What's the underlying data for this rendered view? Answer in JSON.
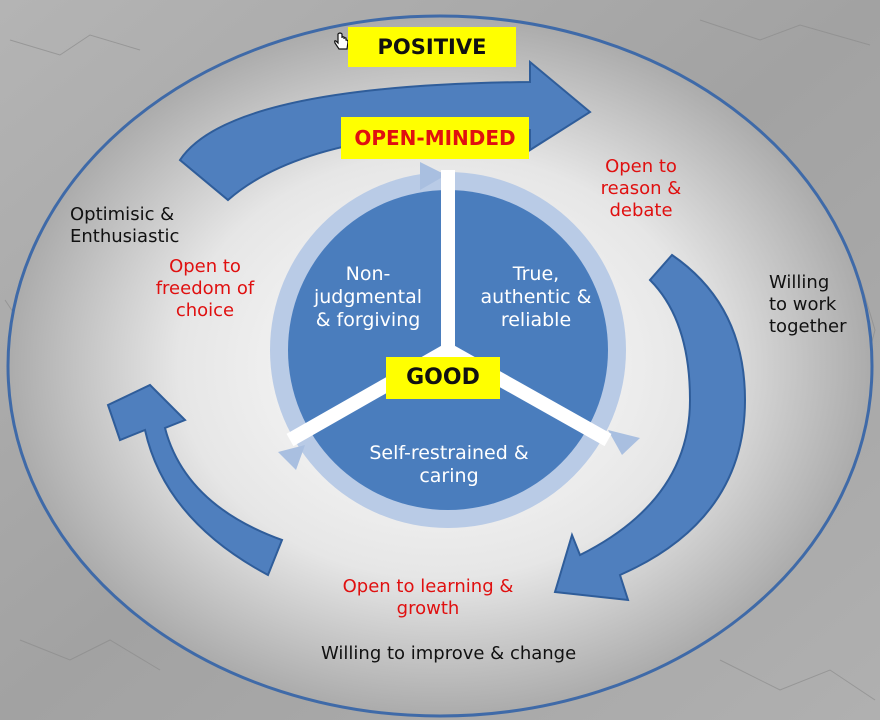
{
  "colors": {
    "arrow_blue": "#4f7fbe",
    "arrow_dark": "#2f5d9a",
    "light_ring": "#b9cbe6",
    "inner_circle": "#4a7dbd",
    "highlight": "#ffff00",
    "red_text": "#e01010"
  },
  "labels": {
    "positive": "POSITIVE",
    "open_minded": "OPEN-MINDED",
    "good": "GOOD"
  },
  "inner_segments": {
    "top_left": "Non-\njudgmental\n& forgiving",
    "top_right": "True,\nauthentic &\nreliable",
    "bottom": "Self-restrained &\ncaring"
  },
  "outer_labels": {
    "optimistic": "Optimisic &\nEnthusiastic",
    "open_freedom": "Open to\nfreedom of\nchoice",
    "open_reason": "Open to\nreason &\ndebate",
    "willing_work": "Willing\nto work\ntogether",
    "open_learning": "Open to learning &\ngrowth",
    "willing_improve": "Willing to improve & change"
  },
  "icons": {
    "cursor": "hand-cursor-icon"
  }
}
